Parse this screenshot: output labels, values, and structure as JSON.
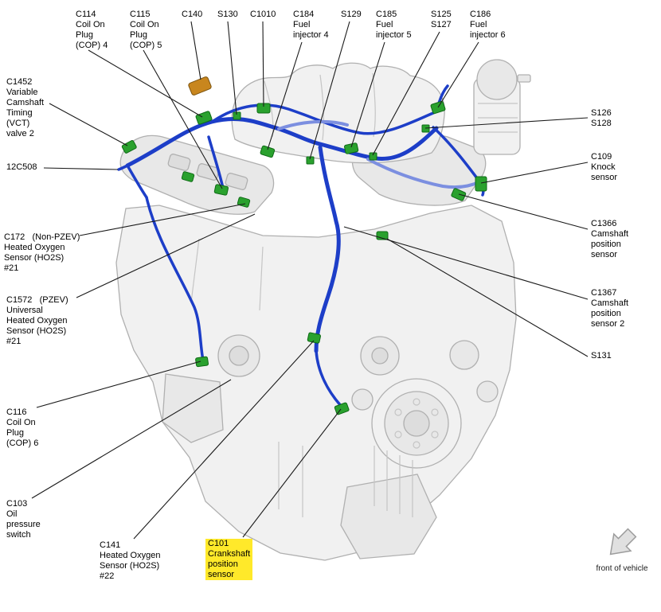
{
  "colors": {
    "harness_blue": "#1d3ec8",
    "harness_light_blue": "#7c8fe0",
    "connector_green": "#2aa12e",
    "connector_orange": "#c8861e",
    "highlight_yellow": "#ffe92a"
  },
  "callouts": {
    "c114": {
      "text": "C114\nCoil On\nPlug\n(COP) 4"
    },
    "c115": {
      "text": "C115\nCoil On\nPlug\n(COP) 5"
    },
    "c140": {
      "text": "C140"
    },
    "s130": {
      "text": "S130"
    },
    "c1010": {
      "text": "C1010"
    },
    "c184": {
      "text": "C184\nFuel\ninjector 4"
    },
    "s129": {
      "text": "S129"
    },
    "c185": {
      "text": "C185\nFuel\ninjector 5"
    },
    "s125": {
      "text": "S125\nS127"
    },
    "c186": {
      "text": "C186\nFuel\ninjector 6"
    },
    "c1452": {
      "text": "C1452\nVariable\nCamshaft\nTiming\n(VCT)\nvalve 2"
    },
    "12c508": {
      "text": "12C508"
    },
    "c172": {
      "text": "C172   (Non-PZEV)\nHeated Oxygen\nSensor (HO2S)\n#21"
    },
    "c1572": {
      "text": "C1572   (PZEV)\nUniversal\nHeated Oxygen\nSensor (HO2S)\n#21"
    },
    "c116": {
      "text": "C116\nCoil On\nPlug\n(COP) 6"
    },
    "c103": {
      "text": "C103\nOil\npressure\nswitch"
    },
    "c141": {
      "text": "C141\nHeated Oxygen\nSensor (HO2S)\n#22"
    },
    "c101": {
      "text": "C101\nCrankshaft\nposition\nsensor"
    },
    "s126": {
      "text": "S126\nS128"
    },
    "c109": {
      "text": "C109\nKnock\nsensor"
    },
    "c1366": {
      "text": "C1366\nCamshaft\nposition\nsensor"
    },
    "c1367": {
      "text": "C1367\nCamshaft\nposition\nsensor 2"
    },
    "s131": {
      "text": "S131"
    }
  },
  "footer": {
    "front_of_vehicle": "front of vehicle"
  }
}
